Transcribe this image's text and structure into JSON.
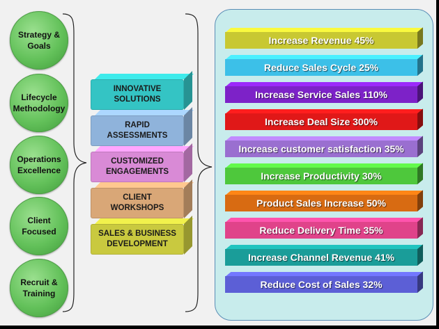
{
  "circles": [
    {
      "label": "Strategy &\nGoals"
    },
    {
      "label": "Lifecycle\nMethodology"
    },
    {
      "label": "Operations\nExcellence"
    },
    {
      "label": "Client\nFocused"
    },
    {
      "label": "Recruit &\nTraining"
    }
  ],
  "blocks": [
    {
      "label": "INNOVATIVE\nSOLUTIONS",
      "color": "#34c4c4"
    },
    {
      "label": "RAPID\nASSESSMENTS",
      "color": "#8fb3db"
    },
    {
      "label": "CUSTOMIZED\nENGAGEMENTS",
      "color": "#d98ad6"
    },
    {
      "label": "CLIENT\nWORKSHOPS",
      "color": "#d9a777"
    },
    {
      "label": "SALES & BUSINESS\nDEVELOPMENT",
      "color": "#c9c93f"
    }
  ],
  "bars": [
    {
      "label": "Increase Revenue 45%",
      "color": "#c8c832"
    },
    {
      "label": "Reduce Sales Cycle 25%",
      "color": "#3cc0e8"
    },
    {
      "label": "Increase Service Sales 110%",
      "color": "#7d22c8"
    },
    {
      "label": "Increase Deal Size 300%",
      "color": "#e01818"
    },
    {
      "label": "Increase customer satisfaction 35%",
      "color": "#9a6fd0"
    },
    {
      "label": "Increase Productivity 30%",
      "color": "#4ec83c"
    },
    {
      "label": "Product Sales Increase 50%",
      "color": "#d86b12"
    },
    {
      "label": "Reduce Delivery Time 35%",
      "color": "#e0438a"
    },
    {
      "label": "Increase Channel Revenue 41%",
      "color": "#1a9d99"
    },
    {
      "label": "Reduce Cost of Sales 32%",
      "color": "#5c5fd6"
    }
  ]
}
